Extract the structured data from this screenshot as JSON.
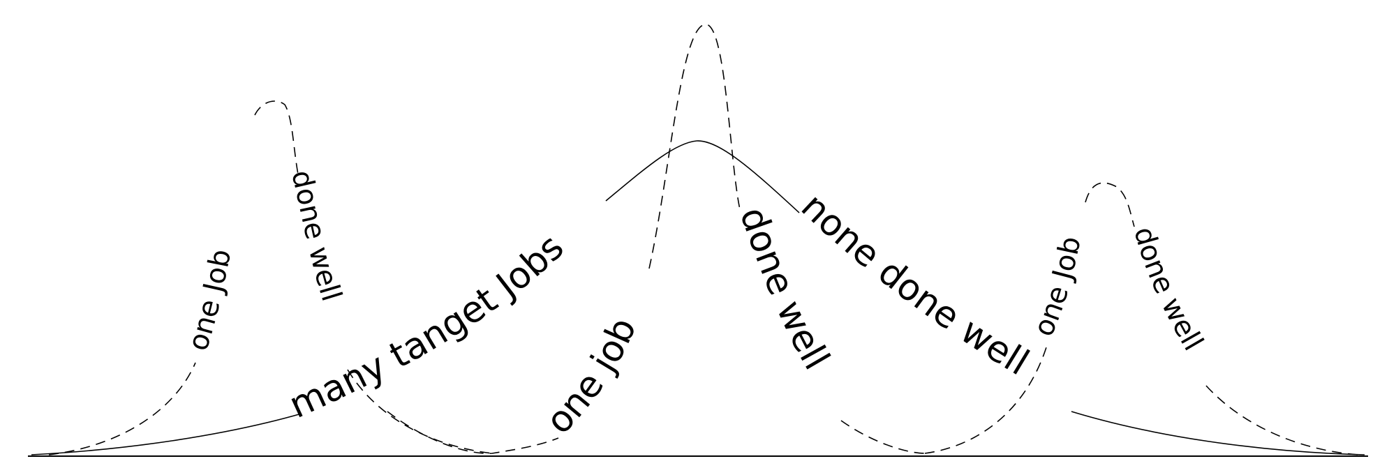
{
  "labels": {
    "left_up": "one Job",
    "left_down": "done well",
    "main_up": "many tanget Jobs",
    "main_down": "none done well",
    "center_up": "one job",
    "center_down": "done well",
    "right_up": "one Job",
    "right_down": "done well"
  },
  "colors": {
    "stroke": "#000000",
    "background": "#ffffff"
  }
}
